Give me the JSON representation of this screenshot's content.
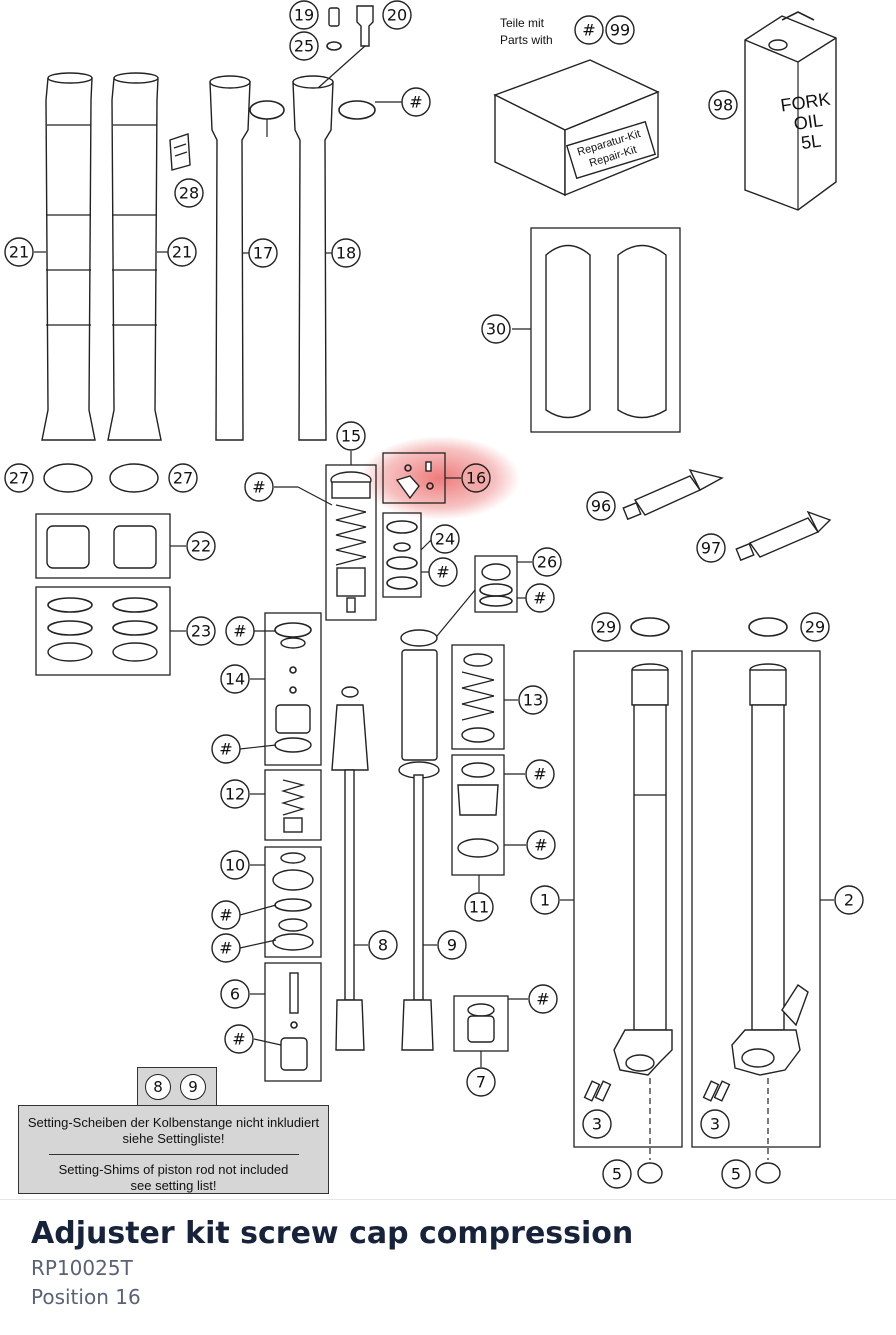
{
  "diagram": {
    "kit_note": {
      "line1": "Teile mit",
      "line2": "Parts with"
    },
    "kit_label": {
      "line1": "Reparatur-Kit",
      "line2": "Repair-Kit"
    },
    "oil_label": {
      "line1": "FORK",
      "line2": "OIL",
      "line3": "5L"
    },
    "highlight_color": "#e85050",
    "callouts": [
      "19",
      "20",
      "25",
      "#",
      "99",
      "98",
      "#",
      "28",
      "21",
      "21",
      "17",
      "18",
      "30",
      "15",
      "16",
      "#",
      "24",
      "#",
      "27",
      "27",
      "96",
      "97",
      "22",
      "26",
      "#",
      "23",
      "29",
      "29",
      "#",
      "14",
      "13",
      "#",
      "#",
      "12",
      "#",
      "11",
      "1",
      "2",
      "10",
      "#",
      "#",
      "8",
      "9",
      "6",
      "#",
      "7",
      "#",
      "3",
      "3",
      "5",
      "5"
    ]
  },
  "setting_note": {
    "refs": [
      "8",
      "9"
    ],
    "de_line1": "Setting-Scheiben der Kolbenstange nicht inkludiert",
    "de_line2": "siehe Settingliste!",
    "en_line1": "Setting-Shims of piston rod not included",
    "en_line2": "see setting list!"
  },
  "part": {
    "title": "Adjuster kit screw cap compression",
    "number": "RP10025T",
    "position": "Position 16"
  }
}
